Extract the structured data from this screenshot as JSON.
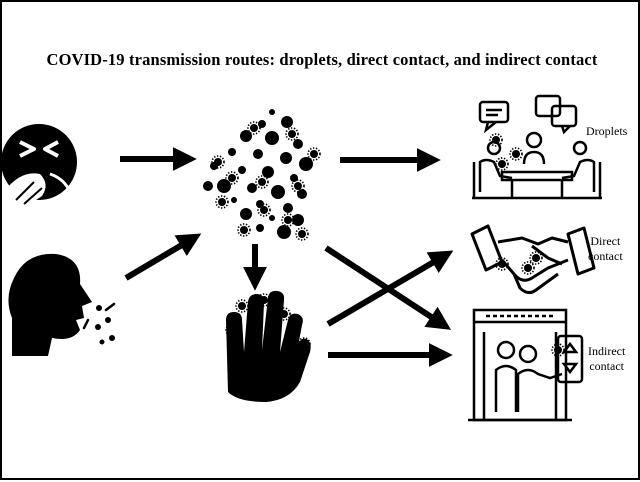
{
  "title": "COVID-19 transmission routes: droplets, direct contact, and indirect contact",
  "labels": {
    "droplets": "Droplets",
    "direct_line1": "Direct",
    "direct_line2": "contact",
    "indirect_line1": "Indirect",
    "indirect_line2": "contact"
  },
  "colors": {
    "ink": "#000000",
    "background": "#ffffff"
  },
  "icons": [
    "sneeze-face-icon",
    "cough-head-icon",
    "virus-droplet-cluster-icon",
    "contaminated-hand-icon",
    "meeting-people-icon",
    "handshake-icon",
    "elevator-icon"
  ]
}
